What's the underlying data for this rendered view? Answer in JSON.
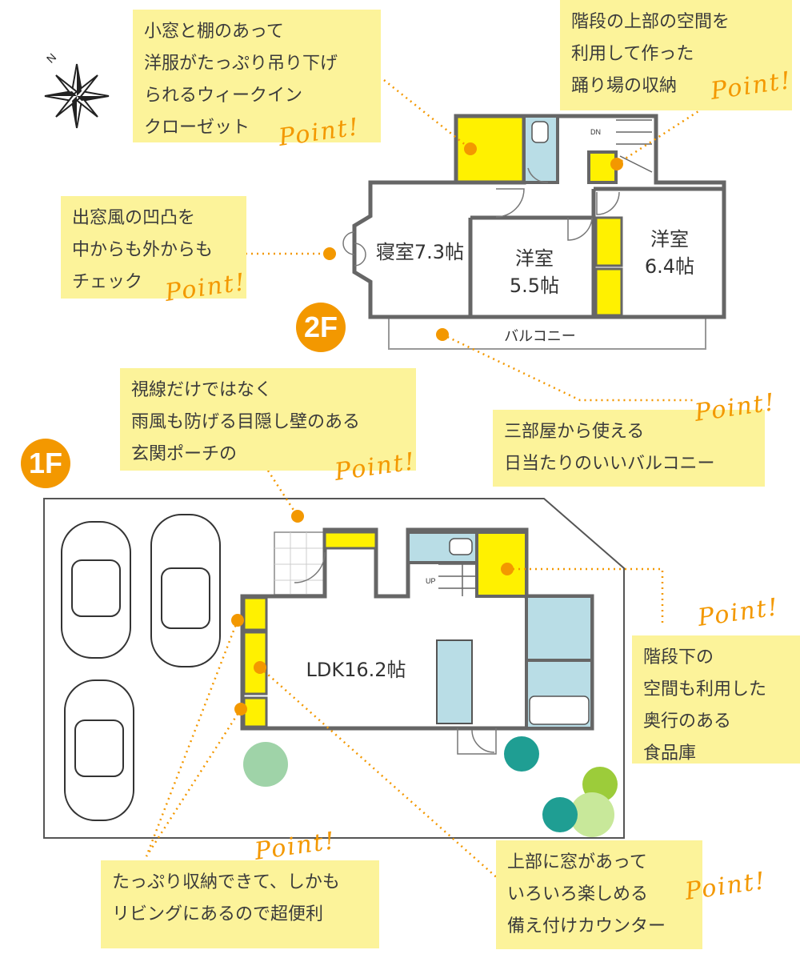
{
  "floors": {
    "second": "2F",
    "first": "1F"
  },
  "point_label": "Point!",
  "rooms": {
    "bedroom": "寝室7.3帖",
    "western_room_a": "洋室\n5.5帖",
    "western_room_b": "洋室\n6.4帖",
    "balcony": "バルコニー",
    "ldk": "LDK16.2帖",
    "down": "DN",
    "up": "UP"
  },
  "notes": {
    "walk_in_closet": "小窓と棚のあって\n洋服がたっぷり吊り下げ\nられるウィークイン\nクローゼット",
    "landing_storage": "階段の上部の空間を\n利用して作った\n踊り場の収納",
    "bay_window": "出窓風の凹凸を\n中からも外からも\nチェック",
    "entrance_porch": "視線だけではなく\n雨風も防げる目隠し壁のある\n玄関ポーチの",
    "balcony": "三部屋から使える\n日当たりのいいバルコニー",
    "pantry": "階段下の\n空間も利用した\n奥行のある\n食品庫",
    "storage": "たっぷり収納できて、しかも\nリビングにあるので超便利",
    "counter": "上部に窓があって\nいろいろ楽しめる\n備え付けカウンター"
  },
  "colors": {
    "accent": "#f39800",
    "note_bg": "#fcf39a",
    "storage_yellow": "#fff100",
    "water_blue": "#b9dde6",
    "wall": "#666666"
  }
}
